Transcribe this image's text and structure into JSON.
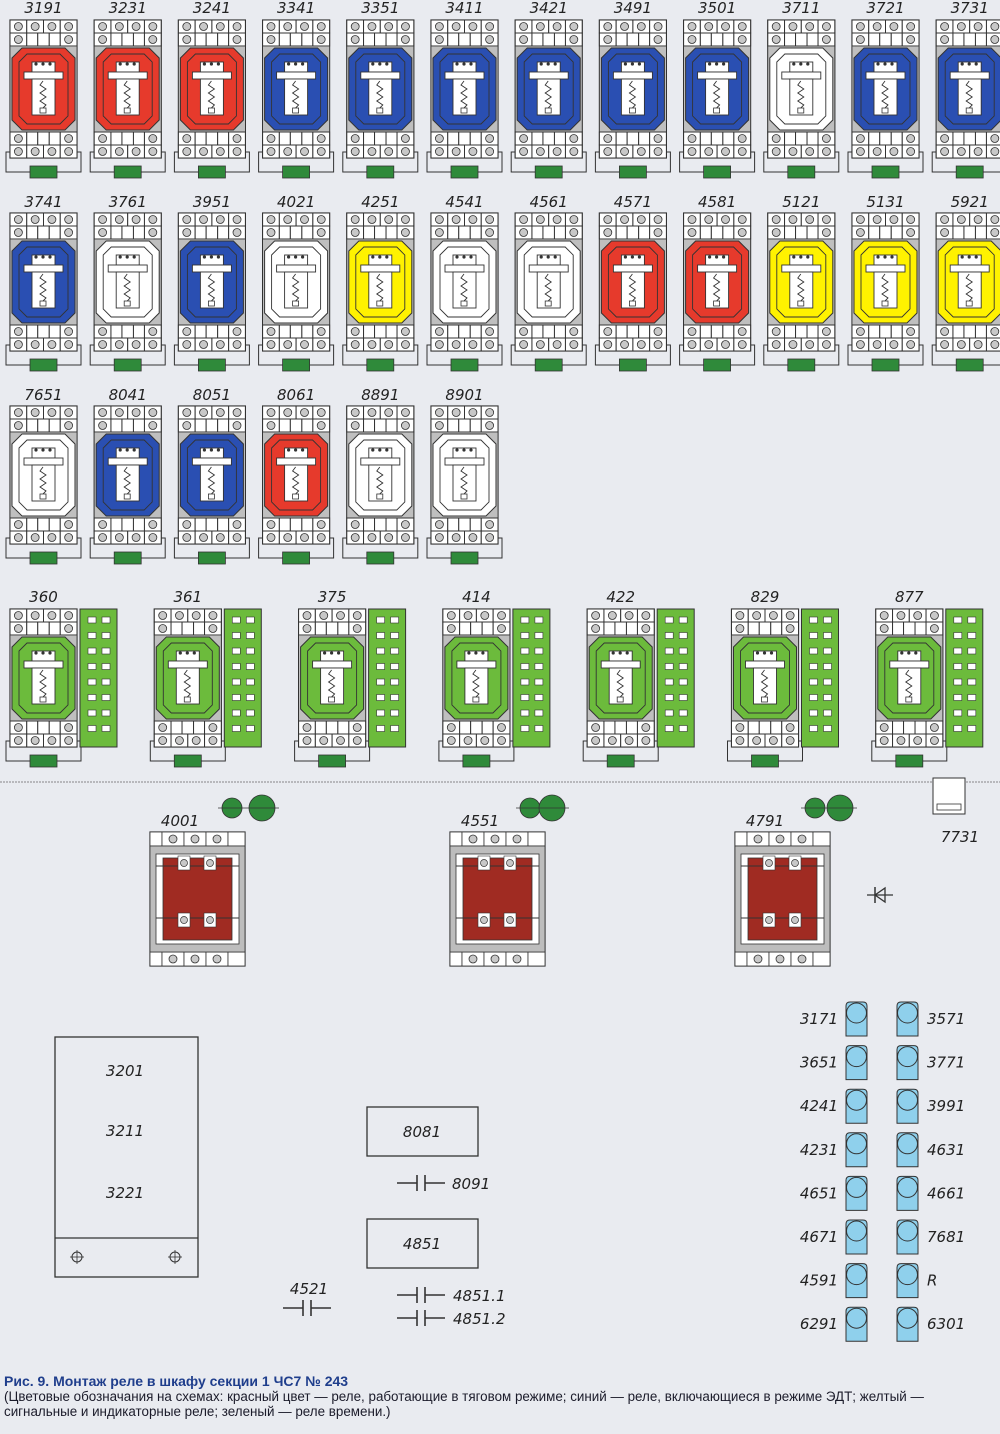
{
  "colors": {
    "red": "#e63a2c",
    "blue": "#2a4fb2",
    "white": "#ffffff",
    "yellow": "#fff200",
    "green": "#6cbb3c",
    "dark_green": "#2f8a3a",
    "brown": "#a02b22",
    "lamp": "#8fd0ec"
  },
  "relay_rows": [
    [
      {
        "id": "3191",
        "c": "red"
      },
      {
        "id": "3231",
        "c": "red"
      },
      {
        "id": "3241",
        "c": "red"
      },
      {
        "id": "3341",
        "c": "blue"
      },
      {
        "id": "3351",
        "c": "blue"
      },
      {
        "id": "3411",
        "c": "blue"
      },
      {
        "id": "3421",
        "c": "blue"
      },
      {
        "id": "3491",
        "c": "blue"
      },
      {
        "id": "3501",
        "c": "blue"
      },
      {
        "id": "3711",
        "c": "white"
      },
      {
        "id": "3721",
        "c": "blue"
      },
      {
        "id": "3731",
        "c": "blue"
      }
    ],
    [
      {
        "id": "3741",
        "c": "blue"
      },
      {
        "id": "3761",
        "c": "white"
      },
      {
        "id": "3951",
        "c": "blue"
      },
      {
        "id": "4021",
        "c": "white"
      },
      {
        "id": "4251",
        "c": "yellow"
      },
      {
        "id": "4541",
        "c": "white"
      },
      {
        "id": "4561",
        "c": "white"
      },
      {
        "id": "4571",
        "c": "red"
      },
      {
        "id": "4581",
        "c": "red"
      },
      {
        "id": "5121",
        "c": "yellow"
      },
      {
        "id": "5131",
        "c": "yellow"
      },
      {
        "id": "5921",
        "c": "yellow"
      }
    ],
    [
      {
        "id": "7651",
        "c": "white"
      },
      {
        "id": "8041",
        "c": "blue"
      },
      {
        "id": "8051",
        "c": "blue"
      },
      {
        "id": "8061",
        "c": "red"
      },
      {
        "id": "8891",
        "c": "white"
      },
      {
        "id": "8901",
        "c": "white"
      }
    ]
  ],
  "time_relays": [
    "360",
    "361",
    "375",
    "414",
    "422",
    "829",
    "877"
  ],
  "contactors": [
    "4001",
    "4551",
    "4791"
  ],
  "box_7731": "7731",
  "lamps_left": [
    "3171",
    "3651",
    "4241",
    "4231",
    "4651",
    "4671",
    "4591",
    "6291"
  ],
  "lamps_right": [
    "3571",
    "3771",
    "3991",
    "4631",
    "4661",
    "7681",
    "R",
    "6301"
  ],
  "resistor_block": [
    "3201",
    "3211",
    "3221"
  ],
  "box_8081": "8081",
  "box_4851": "4851",
  "capacitors": {
    "c8091": "8091",
    "c4521": "4521",
    "c4851_1": "4851.1",
    "c4851_2": "4851.2"
  },
  "caption": {
    "title": "Рис. 9. Монтаж реле в шкафу секции 1 ЧС7 № 243",
    "text": "(Цветовые обозначания на схемах: красный цвет — реле, работающие в тяговом режиме; синий — реле, включающиеся в режиме ЭДТ; желтый — сигнальные и индикаторные реле; зеленый — реле времени.)"
  }
}
